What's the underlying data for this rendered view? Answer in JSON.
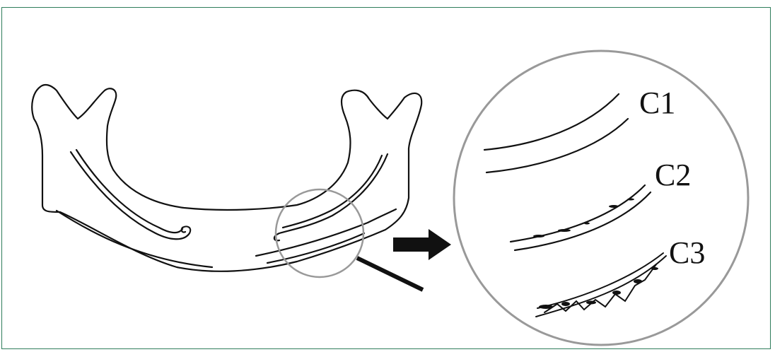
{
  "figure": {
    "border_color": "#2e7d5b",
    "magnifier_color": "#999999",
    "labels": {
      "c1": "C1",
      "c2": "C2",
      "c3": "C3"
    },
    "icons": {
      "mandible": "mandible-outline",
      "arrow": "right-arrow",
      "lens": "magnifier-circle"
    }
  }
}
